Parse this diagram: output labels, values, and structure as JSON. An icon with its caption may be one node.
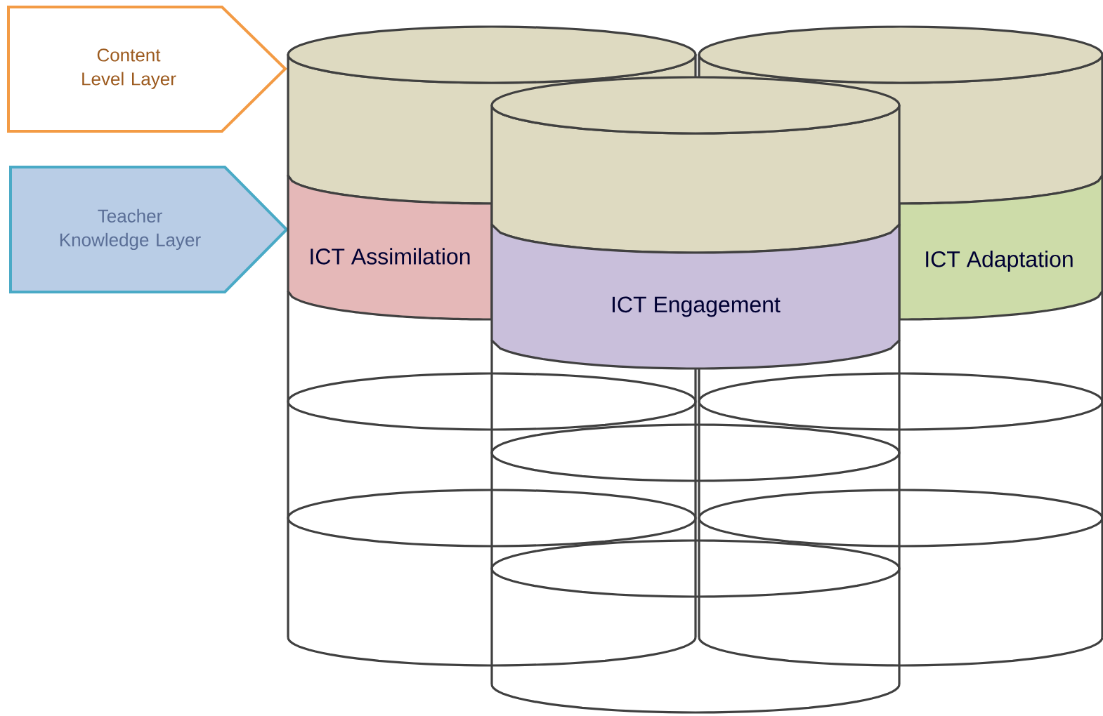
{
  "diagram": {
    "nodes": [
      {
        "text": [
          "Content Level Layer"
        ]
      },
      {
        "text": [
          "Teacher Knowledge Layer"
        ]
      },
      {
        "text": [
          "ICT Assimilation"
        ]
      },
      {
        "text": [
          "ICT Engagement"
        ]
      },
      {
        "text": [
          "ICT Adaptation"
        ]
      }
    ]
  }
}
